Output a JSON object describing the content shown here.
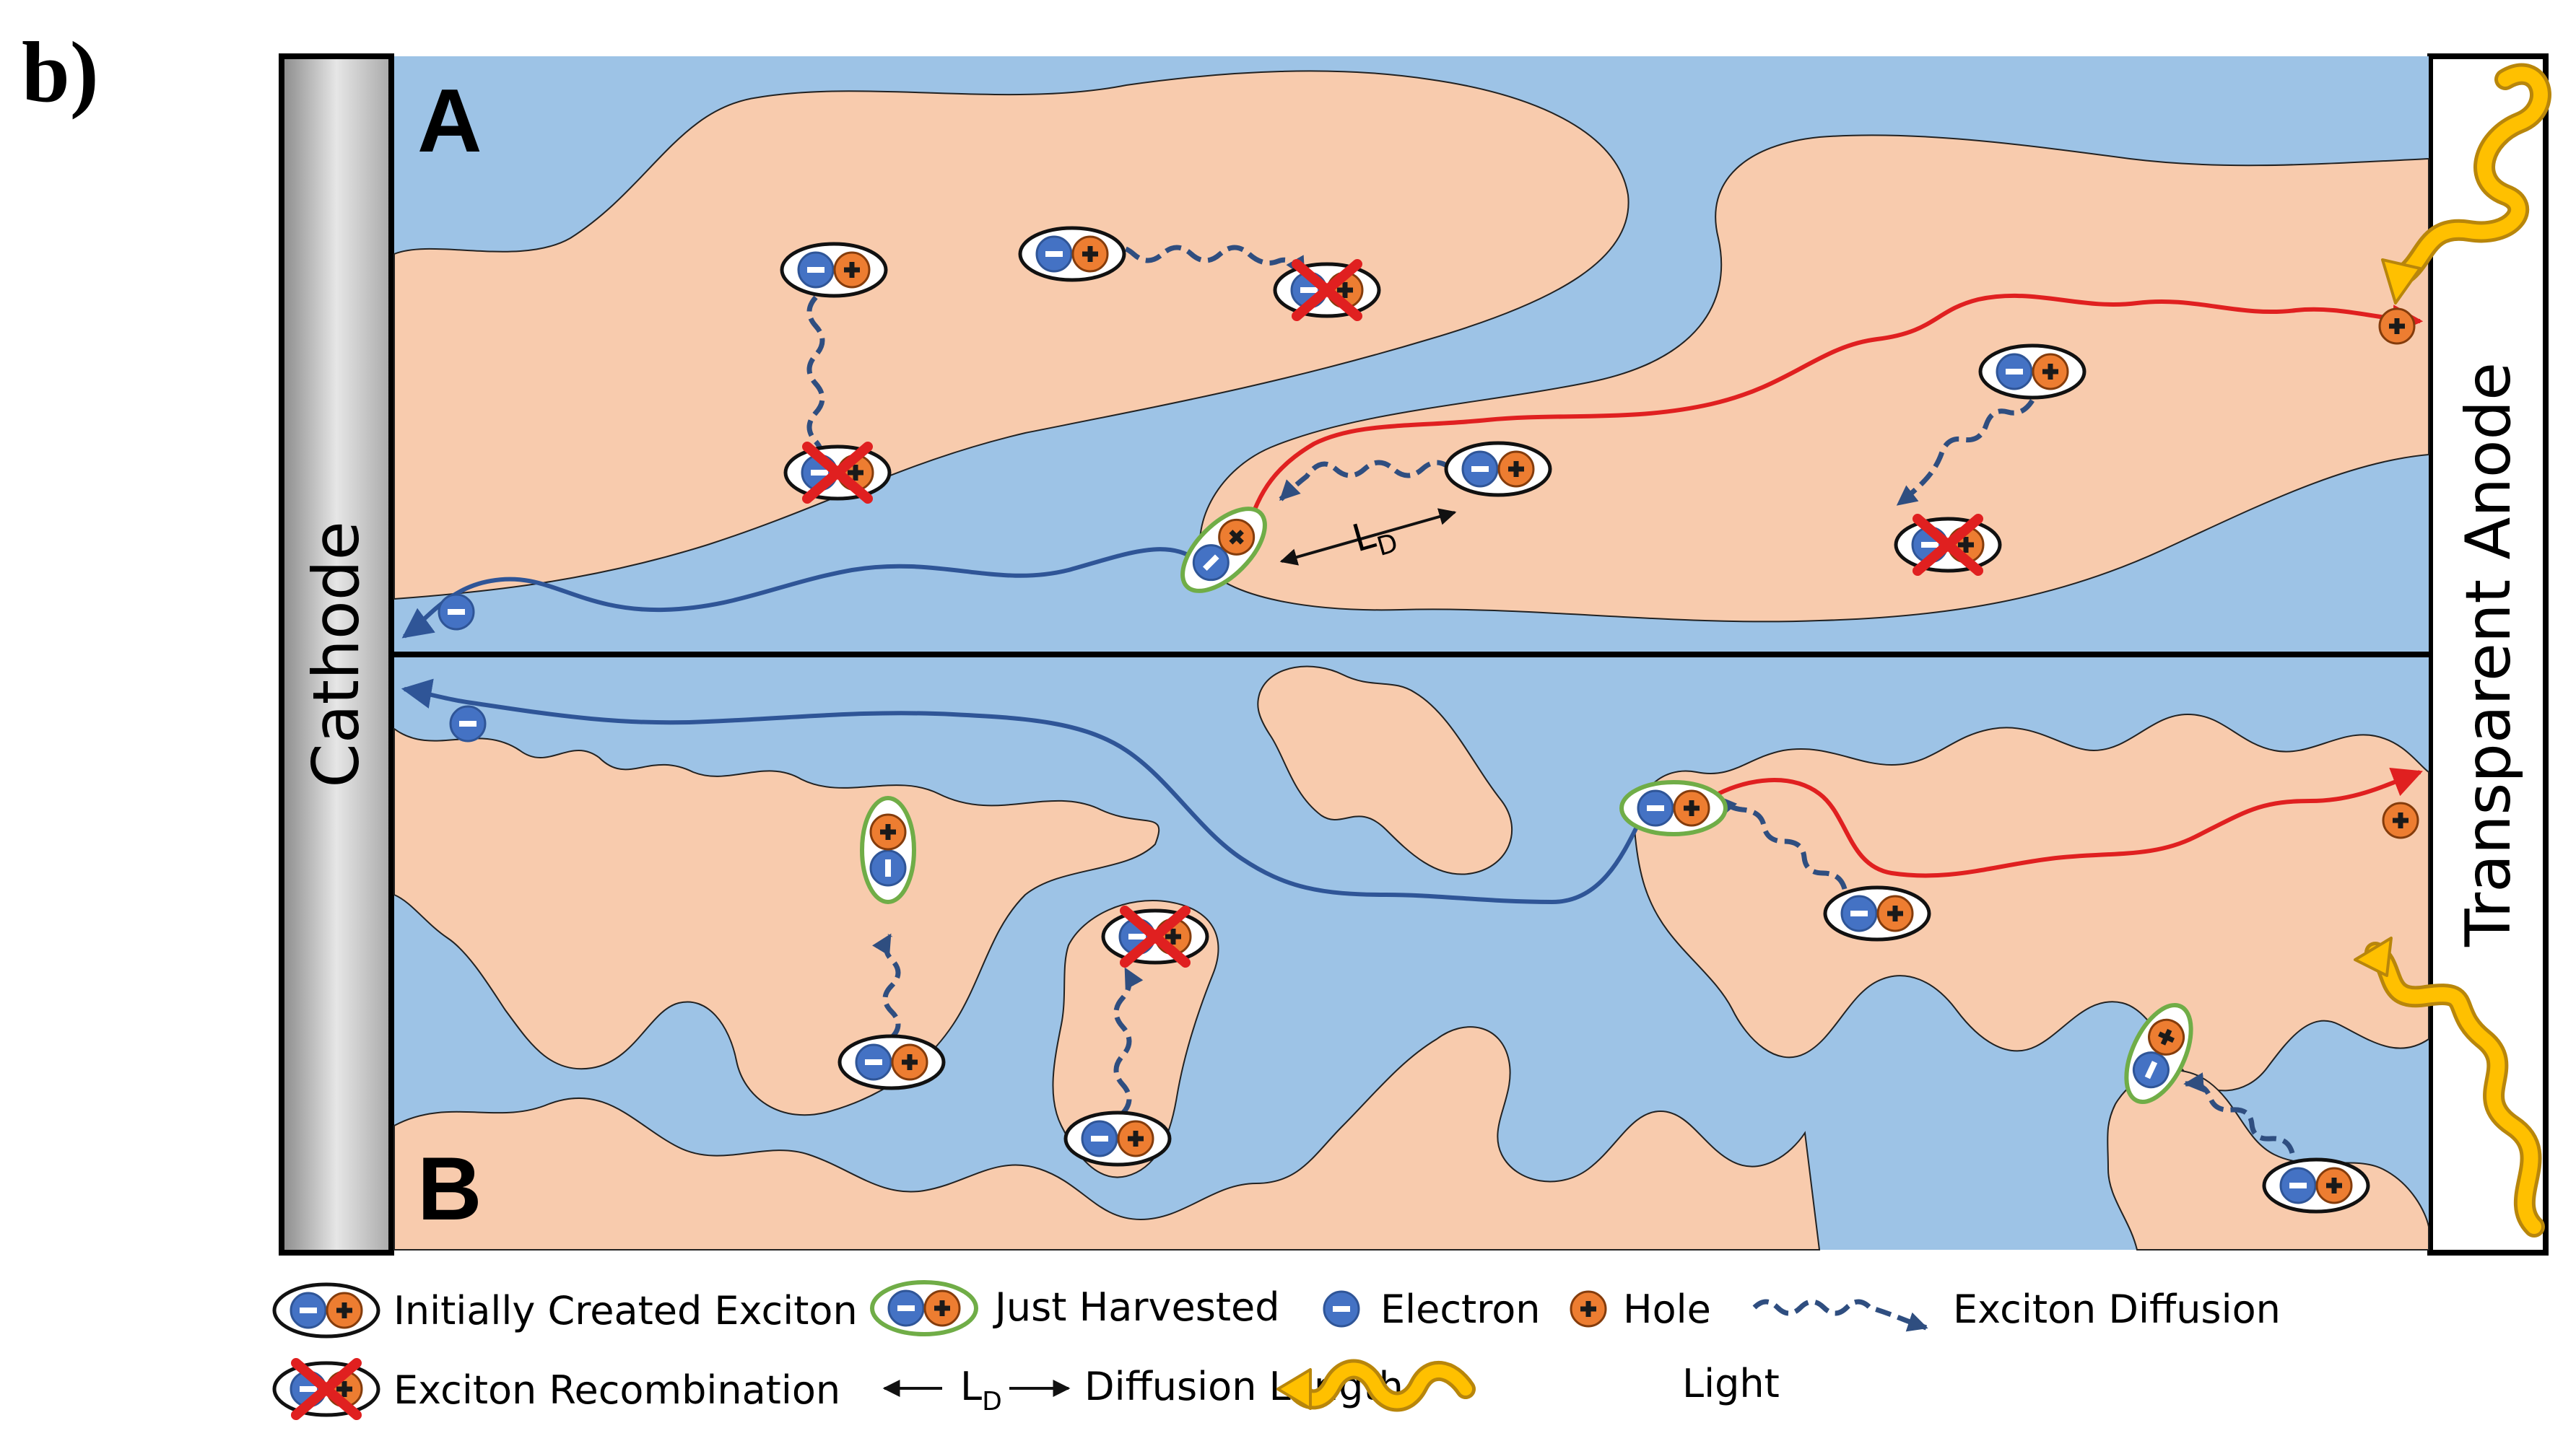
{
  "figure_label": "b)",
  "electrodes": {
    "cathode": "Cathode",
    "anode": "Transparent Anode"
  },
  "panels": {
    "top": "A",
    "bottom": "B"
  },
  "symbols": {
    "minus": "−",
    "plus": "+"
  },
  "diffusion_length_symbol": "L",
  "diffusion_length_subscript": "D",
  "legend": {
    "initial_exciton": "Initially Created Exciton",
    "just_harvested": "Just Harvested",
    "electron": "Electron",
    "hole": "Hole",
    "exciton_diffusion": "Exciton Diffusion",
    "exciton_recombination": "Exciton Recombination",
    "diffusion_length": "Diffusion Length",
    "light": "Light"
  },
  "colors": {
    "acceptor_blue": "#9DC3E6",
    "donor_peach": "#F8CBAD",
    "electron": "#4472C4",
    "hole": "#ED7D31",
    "harvest_ring": "#70AD47",
    "recombination_x": "#E02020",
    "electron_path": "#2F5597",
    "hole_path": "#E02020",
    "light": "#FFC000"
  }
}
